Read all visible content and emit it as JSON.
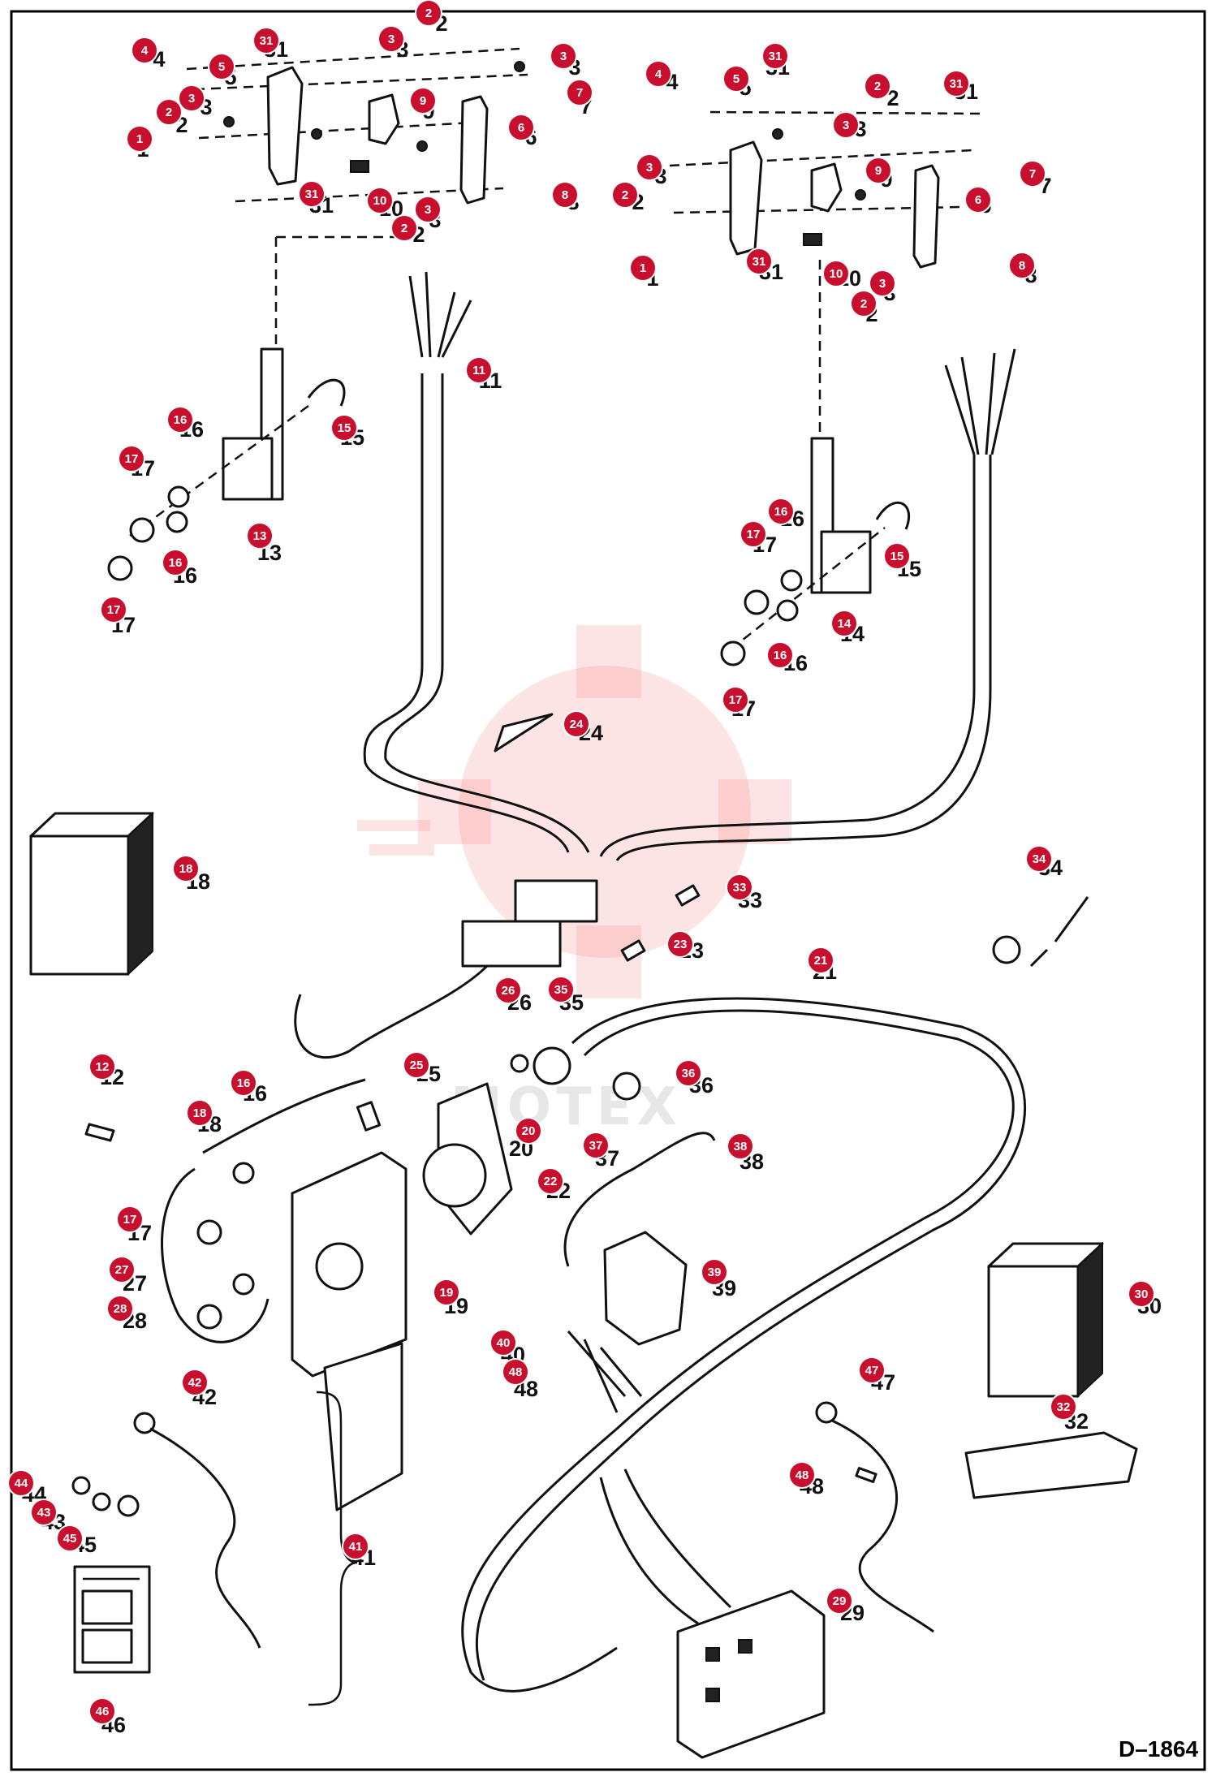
{
  "diagram_code": "D–1864",
  "watermark_text": "MOTEX",
  "colors": {
    "badge": "#c8102e",
    "line": "#111111",
    "watermark": "#f05a5a"
  },
  "callouts": [
    {
      "label": "1",
      "badge": [
        172,
        171
      ],
      "num": [
        176,
        193
      ]
    },
    {
      "label": "2",
      "badge": [
        208,
        138
      ],
      "num": [
        224,
        163
      ]
    },
    {
      "label": "3",
      "badge": [
        236,
        121
      ],
      "num": [
        254,
        141
      ]
    },
    {
      "label": "4",
      "badge": [
        178,
        62
      ],
      "num": [
        196,
        82
      ]
    },
    {
      "label": "5",
      "badge": [
        273,
        82
      ],
      "num": [
        284,
        104
      ]
    },
    {
      "label": "31",
      "badge": [
        328,
        50
      ],
      "num": [
        340,
        70
      ]
    },
    {
      "label": "3",
      "badge": [
        482,
        48
      ],
      "num": [
        496,
        70
      ]
    },
    {
      "label": "2",
      "badge": [
        528,
        16
      ],
      "num": [
        544,
        38
      ]
    },
    {
      "label": "3",
      "badge": [
        694,
        69
      ],
      "num": [
        708,
        92
      ]
    },
    {
      "label": "7",
      "badge": [
        714,
        114
      ],
      "num": [
        722,
        140
      ]
    },
    {
      "label": "9",
      "badge": [
        521,
        124
      ],
      "num": [
        528,
        146
      ]
    },
    {
      "label": "6",
      "badge": [
        642,
        157
      ],
      "num": [
        654,
        178
      ]
    },
    {
      "label": "8",
      "badge": [
        696,
        240
      ],
      "num": [
        706,
        258
      ]
    },
    {
      "label": "31",
      "badge": [
        384,
        239
      ],
      "num": [
        396,
        262
      ]
    },
    {
      "label": "10",
      "badge": [
        468,
        247
      ],
      "num": [
        482,
        266
      ]
    },
    {
      "label": "3",
      "badge": [
        527,
        258
      ],
      "num": [
        536,
        280
      ]
    },
    {
      "label": "2",
      "badge": [
        498,
        281
      ],
      "num": [
        516,
        298
      ]
    },
    {
      "label": "4",
      "badge": [
        811,
        91
      ],
      "num": [
        828,
        110
      ]
    },
    {
      "label": "5",
      "badge": [
        907,
        97
      ],
      "num": [
        918,
        117
      ]
    },
    {
      "label": "31",
      "badge": [
        955,
        69
      ],
      "num": [
        958,
        92
      ]
    },
    {
      "label": "2",
      "badge": [
        1081,
        106
      ],
      "num": [
        1100,
        130
      ]
    },
    {
      "label": "3",
      "badge": [
        1042,
        154
      ],
      "num": [
        1060,
        168
      ]
    },
    {
      "label": "31",
      "badge": [
        1178,
        103
      ],
      "num": [
        1190,
        122
      ]
    },
    {
      "label": "3",
      "badge": [
        800,
        206
      ],
      "num": [
        814,
        226
      ]
    },
    {
      "label": "2",
      "badge": [
        770,
        240
      ],
      "num": [
        786,
        258
      ]
    },
    {
      "label": "9",
      "badge": [
        1082,
        210
      ],
      "num": [
        1092,
        230
      ]
    },
    {
      "label": "7",
      "badge": [
        1272,
        214
      ],
      "num": [
        1288,
        238
      ]
    },
    {
      "label": "6",
      "badge": [
        1205,
        246
      ],
      "num": [
        1214,
        262
      ]
    },
    {
      "label": "1",
      "badge": [
        792,
        330
      ],
      "num": [
        804,
        352
      ]
    },
    {
      "label": "31",
      "badge": [
        935,
        322
      ],
      "num": [
        950,
        344
      ]
    },
    {
      "label": "10",
      "badge": [
        1030,
        337
      ],
      "num": [
        1046,
        352
      ]
    },
    {
      "label": "3",
      "badge": [
        1087,
        349
      ],
      "num": [
        1096,
        370
      ]
    },
    {
      "label": "2",
      "badge": [
        1064,
        374
      ],
      "num": [
        1074,
        396
      ]
    },
    {
      "label": "8",
      "badge": [
        1259,
        327
      ],
      "num": [
        1270,
        348
      ]
    },
    {
      "label": "11",
      "badge": [
        590,
        456
      ],
      "num": [
        604,
        478
      ]
    },
    {
      "label": "16",
      "badge": [
        222,
        517
      ],
      "num": [
        236,
        538
      ]
    },
    {
      "label": "15",
      "badge": [
        424,
        527
      ],
      "num": [
        434,
        548
      ]
    },
    {
      "label": "17",
      "badge": [
        162,
        565
      ],
      "num": [
        176,
        586
      ]
    },
    {
      "label": "13",
      "badge": [
        320,
        660
      ],
      "num": [
        332,
        690
      ]
    },
    {
      "label": "16",
      "badge": [
        216,
        693
      ],
      "num": [
        228,
        718
      ]
    },
    {
      "label": "17",
      "badge": [
        140,
        751
      ],
      "num": [
        152,
        779
      ]
    },
    {
      "label": "16",
      "badge": [
        962,
        630
      ],
      "num": [
        976,
        648
      ]
    },
    {
      "label": "17",
      "badge": [
        928,
        658
      ],
      "num": [
        942,
        680
      ]
    },
    {
      "label": "15",
      "badge": [
        1105,
        685
      ],
      "num": [
        1120,
        710
      ]
    },
    {
      "label": "14",
      "badge": [
        1040,
        768
      ],
      "num": [
        1050,
        790
      ]
    },
    {
      "label": "16",
      "badge": [
        961,
        807
      ],
      "num": [
        980,
        826
      ]
    },
    {
      "label": "17",
      "badge": [
        906,
        862
      ],
      "num": [
        916,
        882
      ]
    },
    {
      "label": "24",
      "badge": [
        710,
        892
      ],
      "num": [
        728,
        912
      ]
    },
    {
      "label": "18",
      "badge": [
        229,
        1070
      ],
      "num": [
        244,
        1095
      ]
    },
    {
      "label": "34",
      "badge": [
        1280,
        1058
      ],
      "num": [
        1294,
        1078
      ]
    },
    {
      "label": "33",
      "badge": [
        911,
        1093
      ],
      "num": [
        924,
        1118
      ]
    },
    {
      "label": "23",
      "badge": [
        838,
        1163
      ],
      "num": [
        852,
        1180
      ]
    },
    {
      "label": "21",
      "badge": [
        1011,
        1183
      ],
      "num": [
        1016,
        1206
      ]
    },
    {
      "label": "26",
      "badge": [
        626,
        1220
      ],
      "num": [
        640,
        1244
      ]
    },
    {
      "label": "35",
      "badge": [
        691,
        1219
      ],
      "num": [
        704,
        1244
      ]
    },
    {
      "label": "25",
      "badge": [
        513,
        1312
      ],
      "num": [
        528,
        1332
      ]
    },
    {
      "label": "36",
      "badge": [
        848,
        1322
      ],
      "num": [
        864,
        1346
      ]
    },
    {
      "label": "12",
      "badge": [
        126,
        1314
      ],
      "num": [
        138,
        1336
      ]
    },
    {
      "label": "16",
      "badge": [
        300,
        1334
      ],
      "num": [
        314,
        1356
      ]
    },
    {
      "label": "18",
      "badge": [
        246,
        1371
      ],
      "num": [
        258,
        1394
      ]
    },
    {
      "label": "20",
      "badge": [
        651,
        1393
      ],
      "num": [
        642,
        1424
      ]
    },
    {
      "label": "37",
      "badge": [
        734,
        1411
      ],
      "num": [
        748,
        1436
      ]
    },
    {
      "label": "38",
      "badge": [
        912,
        1412
      ],
      "num": [
        926,
        1440
      ]
    },
    {
      "label": "22",
      "badge": [
        678,
        1455
      ],
      "num": [
        688,
        1476
      ]
    },
    {
      "label": "17",
      "badge": [
        160,
        1502
      ],
      "num": [
        172,
        1528
      ]
    },
    {
      "label": "27",
      "badge": [
        150,
        1564
      ],
      "num": [
        166,
        1590
      ]
    },
    {
      "label": "39",
      "badge": [
        880,
        1567
      ],
      "num": [
        892,
        1596
      ]
    },
    {
      "label": "19",
      "badge": [
        550,
        1592
      ],
      "num": [
        562,
        1618
      ]
    },
    {
      "label": "28",
      "badge": [
        148,
        1612
      ],
      "num": [
        166,
        1636
      ]
    },
    {
      "label": "30",
      "badge": [
        1406,
        1594
      ],
      "num": [
        1416,
        1618
      ]
    },
    {
      "label": "40",
      "badge": [
        620,
        1654
      ],
      "num": [
        632,
        1678
      ]
    },
    {
      "label": "48",
      "badge": [
        635,
        1690
      ],
      "num": [
        648,
        1720
      ]
    },
    {
      "label": "42",
      "badge": [
        240,
        1703
      ],
      "num": [
        252,
        1730
      ]
    },
    {
      "label": "47",
      "badge": [
        1074,
        1688
      ],
      "num": [
        1088,
        1712
      ]
    },
    {
      "label": "32",
      "badge": [
        1310,
        1733
      ],
      "num": [
        1326,
        1760
      ]
    },
    {
      "label": "44",
      "badge": [
        26,
        1827
      ],
      "num": [
        42,
        1850
      ]
    },
    {
      "label": "48",
      "badge": [
        988,
        1817
      ],
      "num": [
        1000,
        1840
      ]
    },
    {
      "label": "43",
      "badge": [
        54,
        1863
      ],
      "num": [
        66,
        1884
      ]
    },
    {
      "label": "45",
      "badge": [
        86,
        1895
      ],
      "num": [
        104,
        1912
      ]
    },
    {
      "label": "41",
      "badge": [
        438,
        1905
      ],
      "num": [
        448,
        1928
      ]
    },
    {
      "label": "29",
      "badge": [
        1034,
        1972
      ],
      "num": [
        1050,
        1996
      ]
    },
    {
      "label": "46",
      "badge": [
        126,
        2108
      ],
      "num": [
        140,
        2134
      ]
    }
  ]
}
